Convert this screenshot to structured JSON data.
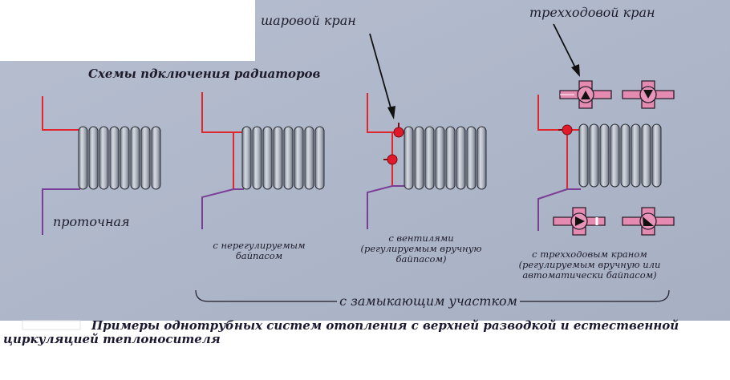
{
  "title": "Схемы пдключения радиаторов",
  "valve_labels": {
    "ball_valve": "шаровой кран",
    "three_way_valve": "трехходовой кран"
  },
  "schemes": [
    {
      "lines": [
        "проточная"
      ]
    },
    {
      "lines": [
        "с нерегулируемым",
        "байпасом"
      ]
    },
    {
      "lines": [
        "с вентилями",
        "(регулируемым вручную",
        "байпасом)"
      ]
    },
    {
      "lines": [
        "с трехходовым краном",
        "(регулируемым вручную или",
        "автоматически байпасом)"
      ]
    }
  ],
  "bracket_label": "с замыкающим участком",
  "caption": {
    "line1": "Примеры однотрубных систем отопления с верхней разводкой и естественной",
    "line2": "циркуляцией теплоносителя"
  },
  "colors": {
    "background": "#aeb6c9",
    "supply_pipe": "#e0262c",
    "return_pipe": "#7a3e96",
    "valve": "#e01a2a",
    "three_way_body": "#e58ab0",
    "radiator_fin": "#a7adb8",
    "text": "#1e1c2a"
  },
  "icons": [
    "radiator-icon",
    "ball-valve-icon",
    "three-way-valve-icon",
    "arrow-icon"
  ]
}
